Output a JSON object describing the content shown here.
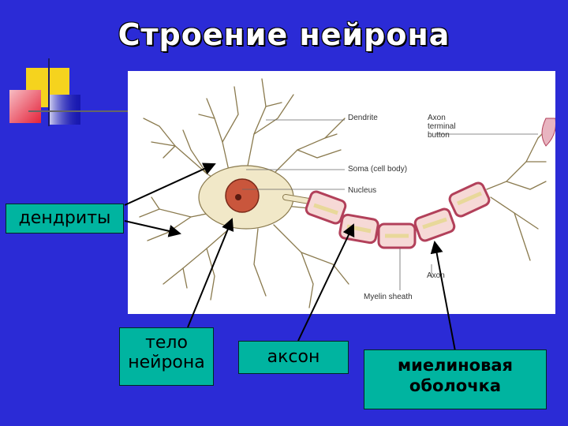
{
  "title": "Строение нейрона",
  "figure": {
    "labels": {
      "dendrite": "Dendrite",
      "axon_terminal": "Axon\nterminal\nbutton",
      "soma": "Soma (cell body)",
      "nucleus": "Nucleus",
      "axon": "Axon",
      "myelin": "Myelin sheath"
    }
  },
  "boxes": {
    "dendrites": "дендриты",
    "body": "тело\nнейрона",
    "axon": "аксон",
    "myelin": "миелиновая\nоболочка"
  },
  "colors": {
    "background": "#2b2bd6",
    "box_fill": "#00b4a0",
    "dendrite_fill": "#f1e8c8",
    "nucleus_fill": "#c9563c",
    "myelin": "#b2405a"
  }
}
